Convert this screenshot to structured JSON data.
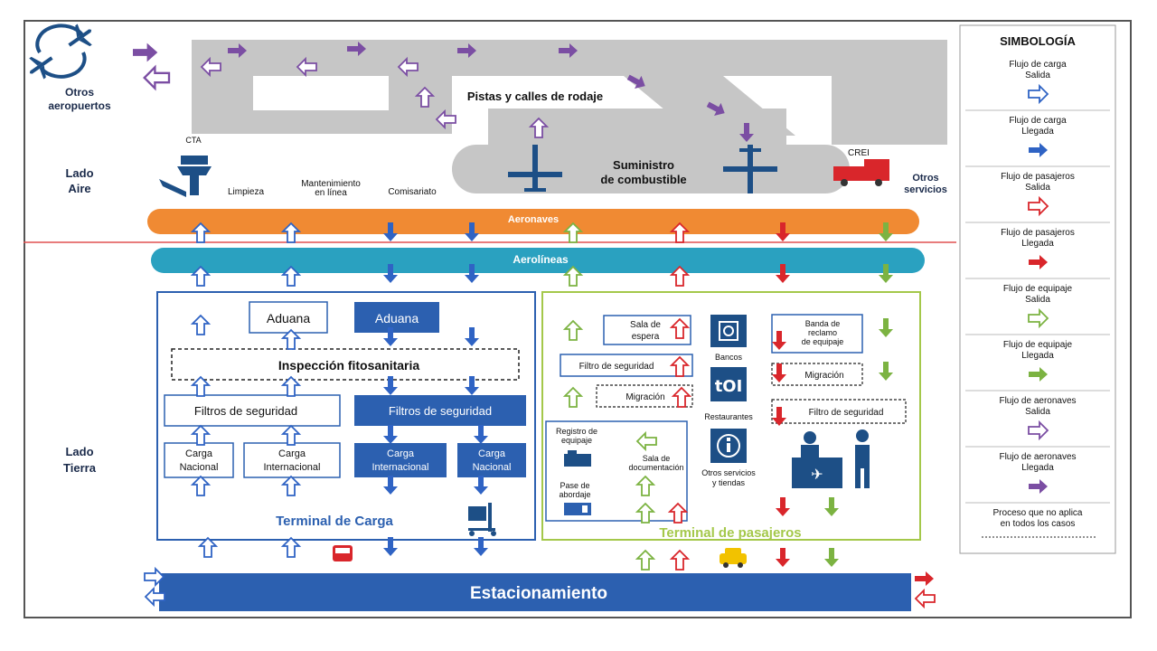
{
  "colors": {
    "cargo": "#2f63c4",
    "passenger": "#d9262b",
    "baggage": "#7cb342",
    "aircraft": "#7b4ea3",
    "runway": "#c6c6c6",
    "orange_band": "#f08a33",
    "teal_band": "#2aa1c0",
    "navy": "#1d4f86",
    "parking": "#2c60b0",
    "cargo_border": "#2c60b0",
    "passenger_border": "#a4c84a"
  },
  "header": {
    "other_airports": [
      "Otros",
      "aeropuertos"
    ],
    "runways": "Pistas y calles de rodaje",
    "fuel": [
      "Suministro",
      "de combustible"
    ],
    "lado_aire": [
      "Lado",
      "Aire"
    ],
    "lado_tierra": [
      "Lado",
      "Tierra"
    ],
    "cta": "CTA",
    "crei": "CREI",
    "limpieza": "Limpieza",
    "mantenimiento": [
      "Mantenimiento",
      "en línea"
    ],
    "comisariato": "Comisariato",
    "otros_servicios": [
      "Otros",
      "servicios"
    ]
  },
  "bands": {
    "aeronaves": "Aeronaves",
    "aerolineas": "Aerolíneas",
    "estacionamiento": "Estacionamiento"
  },
  "cargo": {
    "title": "Terminal de Carga",
    "aduana_white": "Aduana",
    "aduana_blue": "Aduana",
    "inspeccion": "Inspección fitosanitaria",
    "filtros_white": "Filtros de seguridad",
    "filtros_blue": "Filtros de seguridad",
    "carga_nacional": [
      "Carga",
      "Nacional"
    ],
    "carga_internacional": [
      "Carga",
      "Internacional"
    ],
    "carga_internacional_blue": [
      "Carga",
      "Internacional"
    ],
    "carga_nacional_blue": [
      "Carga",
      "Nacional"
    ]
  },
  "passengers": {
    "title": "Terminal de pasajeros",
    "sala_espera": [
      "Sala de",
      "espera"
    ],
    "filtro_seguridad": "Filtro de seguridad",
    "migracion_left": "Migración",
    "registro": [
      "Registro de",
      "equipaje"
    ],
    "sala_documentacion": [
      "Sala de",
      "documentación"
    ],
    "pase_abordaje": [
      "Pase de",
      "abordaje"
    ],
    "bancos": "Bancos",
    "restaurantes": "Restaurantes",
    "otros_tiendas": [
      "Otros servicios",
      "y tiendas"
    ],
    "banda_reclamo": [
      "Banda de",
      "reclamo",
      "de equipaje"
    ],
    "migracion_right": "Migración",
    "filtro_seguridad_right": "Filtro de seguridad"
  },
  "legend": {
    "title": "SIMBOLOGÍA",
    "items": [
      {
        "label": [
          "Flujo de carga",
          "Salida"
        ],
        "kind": "cargo",
        "dir": "out"
      },
      {
        "label": [
          "Flujo de carga",
          "Llegada"
        ],
        "kind": "cargo",
        "dir": "in"
      },
      {
        "label": [
          "Flujo de pasajeros",
          "Salida"
        ],
        "kind": "passenger",
        "dir": "out"
      },
      {
        "label": [
          "Flujo de pasajeros",
          "Llegada"
        ],
        "kind": "passenger",
        "dir": "in"
      },
      {
        "label": [
          "Flujo de equipaje",
          "Salida"
        ],
        "kind": "baggage",
        "dir": "out"
      },
      {
        "label": [
          "Flujo de equipaje",
          "Llegada"
        ],
        "kind": "baggage",
        "dir": "in"
      },
      {
        "label": [
          "Flujo de aeronaves",
          "Salida"
        ],
        "kind": "aircraft",
        "dir": "out"
      },
      {
        "label": [
          "Flujo de aeronaves",
          "Llegada"
        ],
        "kind": "aircraft",
        "dir": "in"
      },
      {
        "label": [
          "Proceso que no aplica",
          "en todos los casos"
        ],
        "kind": "dashed",
        "dir": "none"
      }
    ]
  }
}
